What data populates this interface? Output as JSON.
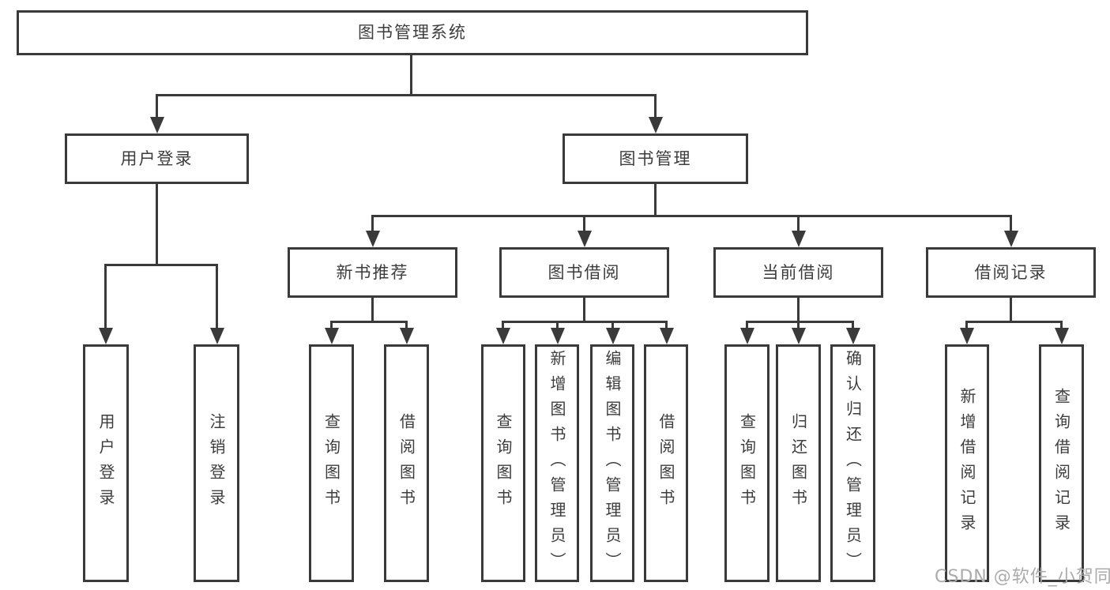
{
  "diagram": {
    "title": "图书管理系统",
    "tree": {
      "root": {
        "label": "图书管理系统",
        "children": [
          {
            "label": "用户登录",
            "children": [
              {
                "label": "用户登录"
              },
              {
                "label": "注销登录"
              }
            ]
          },
          {
            "label": "图书管理",
            "children": [
              {
                "label": "新书推荐",
                "children": [
                  {
                    "label": "查询图书"
                  },
                  {
                    "label": "借阅图书"
                  }
                ]
              },
              {
                "label": "图书借阅",
                "children": [
                  {
                    "label": "查询图书"
                  },
                  {
                    "label": "新增图书（管理员）"
                  },
                  {
                    "label": "编辑图书（管理员）"
                  },
                  {
                    "label": "借阅图书"
                  }
                ]
              },
              {
                "label": "当前借阅",
                "children": [
                  {
                    "label": "查询图书"
                  },
                  {
                    "label": "归还图书"
                  },
                  {
                    "label": "确认归还（管理员）"
                  }
                ]
              },
              {
                "label": "借阅记录",
                "children": [
                  {
                    "label": "新增借阅记录"
                  },
                  {
                    "label": "查询借阅记录"
                  }
                ]
              }
            ]
          }
        ]
      }
    }
  },
  "watermark": {
    "text": "CSDN @软件_小贺同学"
  },
  "colors": {
    "line": "#3a3a3a",
    "text": "#3d3d3d",
    "box_fill": "#ffffff",
    "watermark": "#ababab"
  }
}
